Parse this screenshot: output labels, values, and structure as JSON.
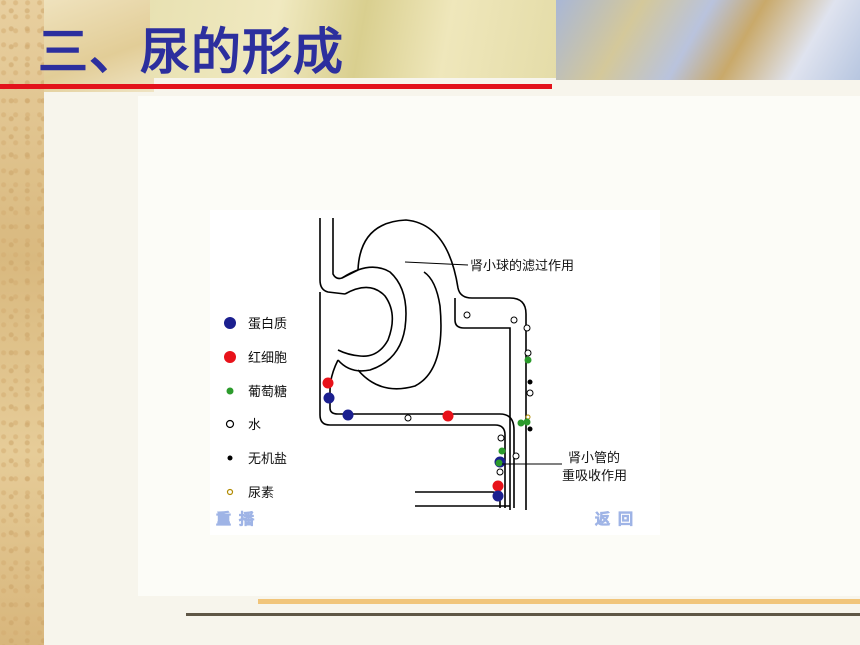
{
  "slide": {
    "title": "三、尿的形成"
  },
  "diagram": {
    "callout_glomerulus": "肾小球的滤过作用",
    "callout_tubule_line1": "肾小管的",
    "callout_tubule_line2": "重吸收作用",
    "legend": [
      {
        "label": "蛋白质",
        "marker": "filled-circle",
        "color": "#1b1f8f"
      },
      {
        "label": "红细胞",
        "marker": "filled-circle",
        "color": "#e8121a"
      },
      {
        "label": "葡萄糖",
        "marker": "small-filled-circle",
        "color": "#2c9b2c"
      },
      {
        "label": "水",
        "marker": "hollow-circle",
        "color": "#000000"
      },
      {
        "label": "无机盐",
        "marker": "small-filled-circle",
        "color": "#000000"
      },
      {
        "label": "尿素",
        "marker": "small-hollow-circle",
        "color": "#b08a00"
      }
    ],
    "buttons": {
      "replay": "重播",
      "back": "返回"
    }
  },
  "colors": {
    "title": "#2c2f9e",
    "title_rule": "#e3121b",
    "protein": "#1b1f8f",
    "rbc": "#e8121a",
    "glucose": "#2c9b2c"
  }
}
